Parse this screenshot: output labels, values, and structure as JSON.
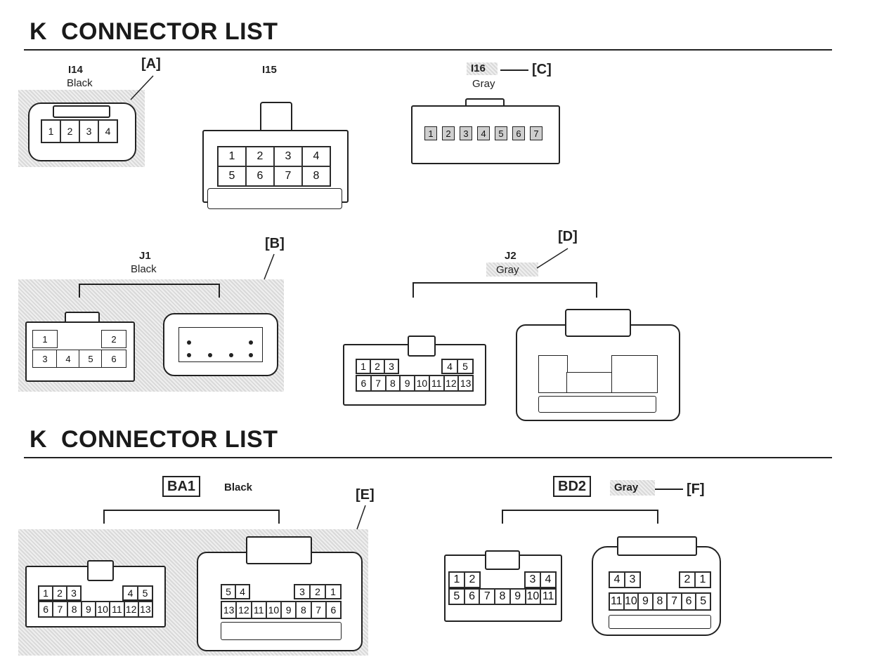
{
  "sections": [
    {
      "title": "K  CONNECTOR LIST"
    },
    {
      "title": "K  CONNECTOR LIST"
    }
  ],
  "connectors": {
    "i14": {
      "id": "I14",
      "color": "Black",
      "tag": "[A]",
      "pins": [
        "1",
        "2",
        "3",
        "4"
      ]
    },
    "i15": {
      "id": "I15",
      "pins": [
        "1",
        "2",
        "3",
        "4",
        "5",
        "6",
        "7",
        "8"
      ]
    },
    "i16": {
      "id": "I16",
      "color": "Gray",
      "tag": "[C]",
      "pins": [
        "1",
        "2",
        "3",
        "4",
        "5",
        "6",
        "7"
      ]
    },
    "j1": {
      "id": "J1",
      "color": "Black",
      "tag": "[B]",
      "pins": [
        "1",
        "2",
        "3",
        "4",
        "5",
        "6"
      ]
    },
    "j2": {
      "id": "J2",
      "color": "Gray",
      "tag": "[D]",
      "pins_top": [
        "1",
        "2",
        "3",
        "4",
        "5"
      ],
      "pins_bottom": [
        "6",
        "7",
        "8",
        "9",
        "10",
        "11",
        "12",
        "13"
      ]
    },
    "ba1": {
      "id": "BA1",
      "color": "Black",
      "tag": "[E]",
      "left_top": [
        "1",
        "2",
        "3",
        "4",
        "5"
      ],
      "left_bottom": [
        "6",
        "7",
        "8",
        "9",
        "10",
        "11",
        "12",
        "13"
      ],
      "right_top": [
        "5",
        "4",
        "3",
        "2",
        "1"
      ],
      "right_bottom": [
        "13",
        "12",
        "11",
        "10",
        "9",
        "8",
        "7",
        "6"
      ]
    },
    "bd2": {
      "id": "BD2",
      "color": "Gray",
      "tag": "[F]",
      "left_top": [
        "1",
        "2",
        "3",
        "4"
      ],
      "left_bottom": [
        "5",
        "6",
        "7",
        "8",
        "9",
        "10",
        "11"
      ],
      "right_top": [
        "4",
        "3",
        "2",
        "1"
      ],
      "right_bottom": [
        "11",
        "10",
        "9",
        "8",
        "7",
        "6",
        "5"
      ]
    }
  }
}
